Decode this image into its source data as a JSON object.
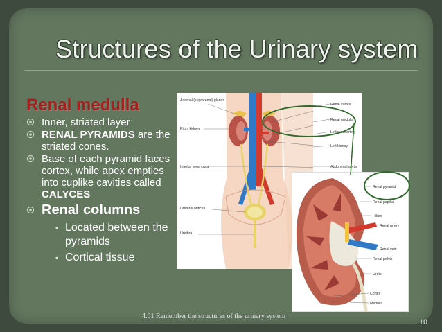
{
  "slide": {
    "title": "Structures of the Urinary system",
    "footer": "4.01 Remember the structures of the urinary system",
    "page_number": "10"
  },
  "content": {
    "heading": "Renal medulla",
    "bullets": [
      {
        "text": "Inner, striated layer"
      },
      {
        "strong": "RENAL PYRAMIDS",
        "text": " are the striated cones."
      },
      {
        "text": "Base of each pyramid faces cortex, while apex empties into cuplike cavities called ",
        "strong_end": "CALYCES"
      }
    ],
    "columns_heading": "Renal columns",
    "sub_bullets": [
      "Located between the pyramids",
      "Cortical tissue"
    ]
  },
  "figure_overview": {
    "labels_left": [
      "Adrenal (suprarenal) glands",
      "Right kidney",
      "Inferior vena cava",
      "Ureteral orifices",
      "Urethra"
    ],
    "labels_right": [
      "Renal cortex",
      "Renal medulla",
      "Left renal artery",
      "Left kidney",
      "Abdominal aorta"
    ]
  },
  "figure_section": {
    "labels": [
      "Renal pyramid",
      "Renal papilla",
      "Hilum",
      "Renal artery",
      "Renal vein",
      "Renal pelvis",
      "Ureter",
      "Cortex",
      "Medulla"
    ]
  },
  "colors": {
    "background": "#63775f",
    "heading_red": "#a3221f",
    "highlight_oval": "#2f6a2a"
  }
}
